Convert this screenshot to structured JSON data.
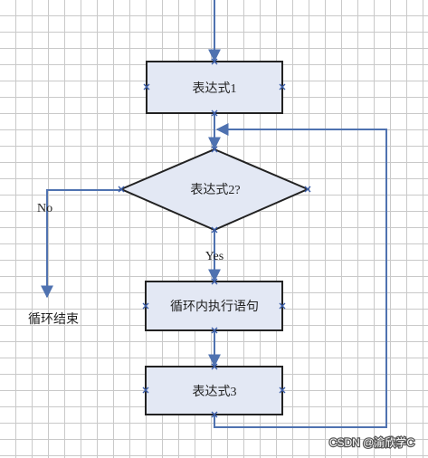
{
  "flowchart": {
    "box1_label": "表达式1",
    "decision_label": "表达式2?",
    "no_label": "No",
    "yes_label": "Yes",
    "loop_body_label": "循环内执行语句",
    "box3_label": "表达式3",
    "end_label": "循环结束"
  },
  "watermark": "CSDN @渝欣学C",
  "colors": {
    "box_fill": "#e3e8f4",
    "box_stroke": "#222222",
    "connector": "#4f72b0",
    "marker": "#3a5da8"
  }
}
